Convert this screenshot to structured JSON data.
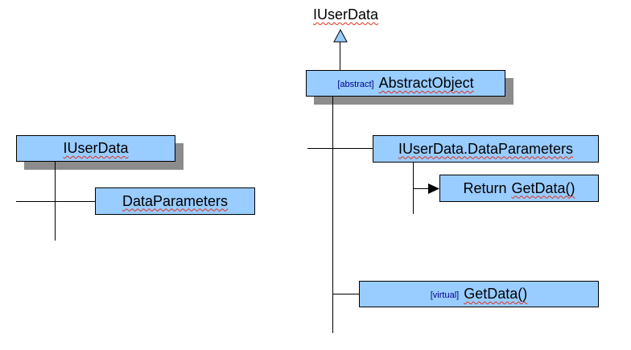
{
  "left": {
    "parent": "IUserData",
    "child": "DataParameters"
  },
  "right": {
    "interface_label": "IUserData",
    "class_box": {
      "tag": "[abstract]",
      "name": "AbstractObject"
    },
    "member_box": "IUserData.DataParameters",
    "return_box": {
      "keyword": "Return",
      "call": "GetData()"
    },
    "method_box": {
      "tag": "[virtual]",
      "name": "GetData()"
    }
  },
  "colors": {
    "box_fill": "#99ccff",
    "shadow": "#8c8c8c",
    "squiggle": "#e0301e",
    "tag_text": "#00008b"
  }
}
